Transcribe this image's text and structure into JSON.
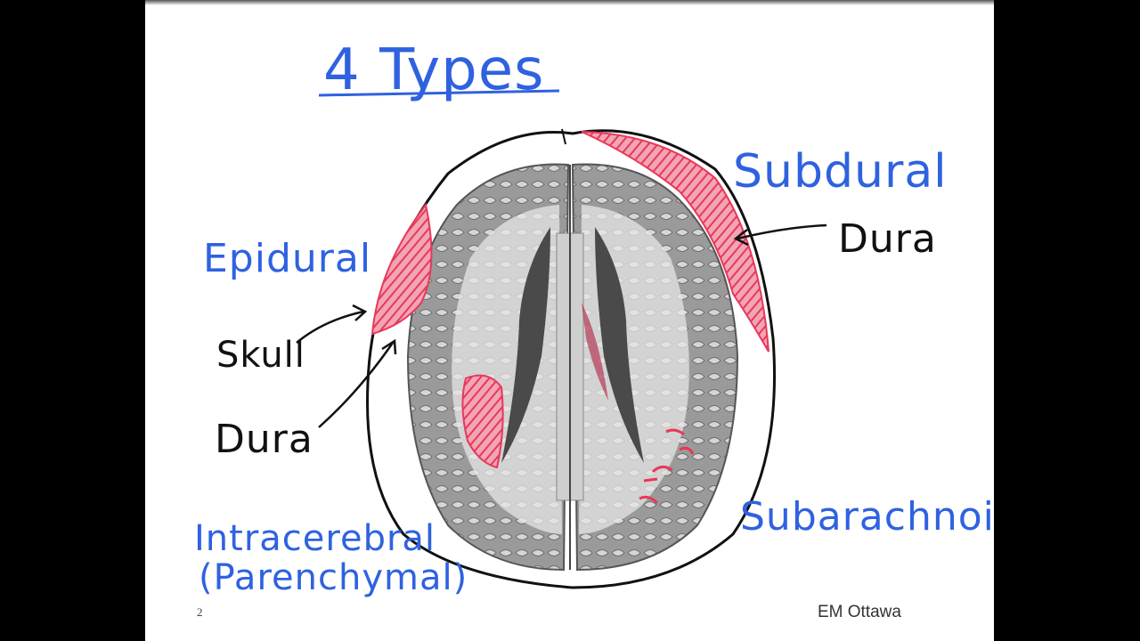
{
  "slide": {
    "title": "4 Types",
    "page_number": "2",
    "footer": "EM Ottawa"
  },
  "labels": {
    "epidural": "Epidural",
    "subdural": "Subdural",
    "subarachnoid": "Subarachnoid",
    "intracerebral": "Intracerebral",
    "parenchymal": "(Parenchymal)",
    "skull": "Skull",
    "dura_left": "Dura",
    "dura_right": "Dura"
  },
  "colors": {
    "handwriting_blue": "#2f62e0",
    "handwriting_black": "#111111",
    "hemorrhage_red": "#e8385a",
    "brain_gray": "#8a8a8a",
    "background": "#000000",
    "slide": "#ffffff"
  }
}
